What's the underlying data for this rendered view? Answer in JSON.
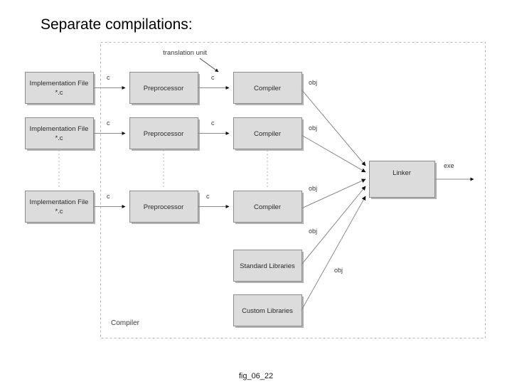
{
  "slide": {
    "title": "Separate compilations:",
    "caption": "fig_06_22"
  },
  "diagram": {
    "region_label": "Compiler",
    "annotation": "translation unit",
    "sources": [
      {
        "line1": "Implementation File",
        "line2": "*.c"
      },
      {
        "line1": "Implementation File",
        "line2": "*.c"
      },
      {
        "line1": "Implementation File",
        "line2": "*.c"
      }
    ],
    "preprocessors": [
      {
        "label": "Preprocessor"
      },
      {
        "label": "Preprocessor"
      },
      {
        "label": "Preprocessor"
      }
    ],
    "compilers": [
      {
        "label": "Compiler"
      },
      {
        "label": "Compiler"
      },
      {
        "label": "Compiler"
      }
    ],
    "libraries": [
      {
        "label": "Standard Libraries"
      },
      {
        "label": "Custom Libraries"
      }
    ],
    "linker": {
      "label": "Linker"
    },
    "edge_labels": {
      "src_to_pre": [
        "c",
        "c",
        "c"
      ],
      "pre_to_comp": [
        "c",
        "c",
        "c"
      ],
      "comp_to_link": [
        "obj",
        "obj",
        "obj"
      ],
      "lib_to_link": [
        "obj",
        "obj"
      ],
      "linker_out": "exe"
    },
    "colors": {
      "box_fill": "#dcdcdc",
      "box_stroke": "#8c8c8c",
      "box_shadow": "#b3b3b3",
      "line": "#8a8a8a",
      "dashed_region": "#b9b9b9",
      "text": "#2b2b2b",
      "background": "#ffffff"
    }
  }
}
